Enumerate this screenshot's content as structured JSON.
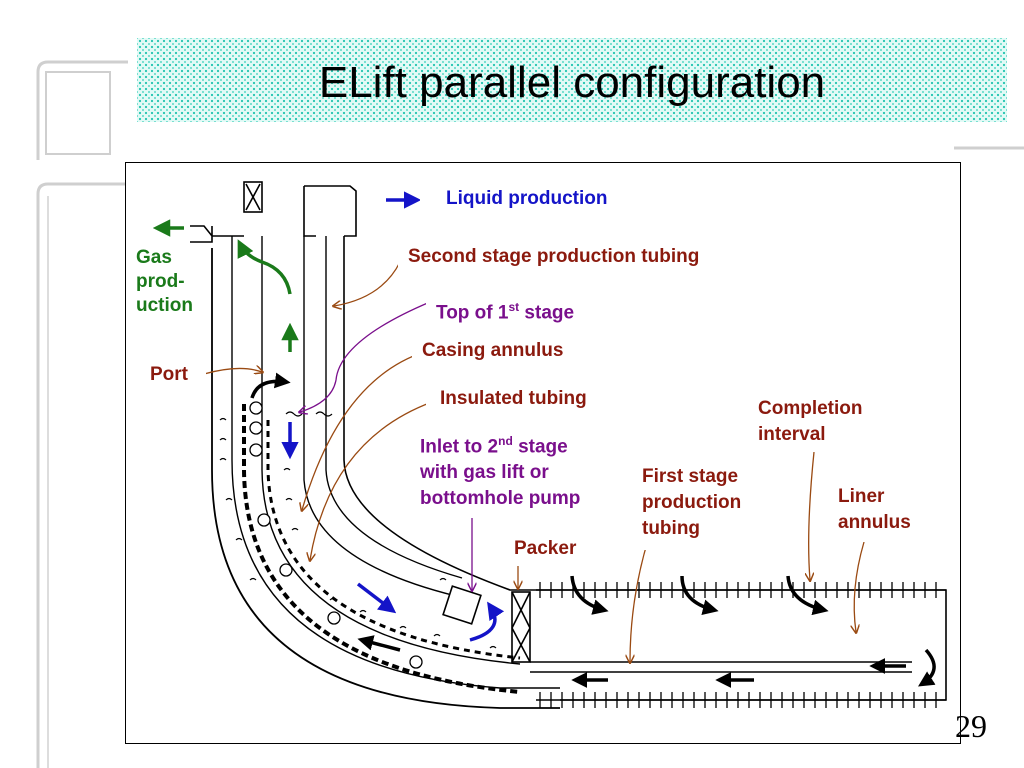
{
  "slide": {
    "title": "ELift parallel configuration",
    "page_number": "29"
  },
  "labels": {
    "liquid_production": "Liquid production",
    "gas_production": [
      "Gas",
      "prod-",
      "uction"
    ],
    "port": "Port",
    "second_stage_tubing": "Second stage production tubing",
    "top_of_first_stage": {
      "pre": "Top of 1",
      "sup": "st",
      "post": " stage"
    },
    "casing_annulus": "Casing annulus",
    "insulated_tubing": "Insulated tubing",
    "inlet_second_stage": {
      "line1_pre": "Inlet to 2",
      "line1_sup": "nd",
      "line1_post": " stage",
      "line2": "with gas lift or",
      "line3": "bottomhole pump"
    },
    "completion_interval": [
      "Completion",
      "interval"
    ],
    "first_stage_tubing": [
      "First stage",
      "production",
      "tubing"
    ],
    "liner_annulus": [
      "Liner",
      "annulus"
    ],
    "packer": "Packer"
  },
  "colors": {
    "title_band": "#e2faf6",
    "liquid_flow": "#1414c8",
    "gas_flow": "#1a7a1a",
    "annotation_red": "#8b1a0e",
    "annotation_purple": "#7a0f8c",
    "callout_brown": "#9a4a12"
  }
}
